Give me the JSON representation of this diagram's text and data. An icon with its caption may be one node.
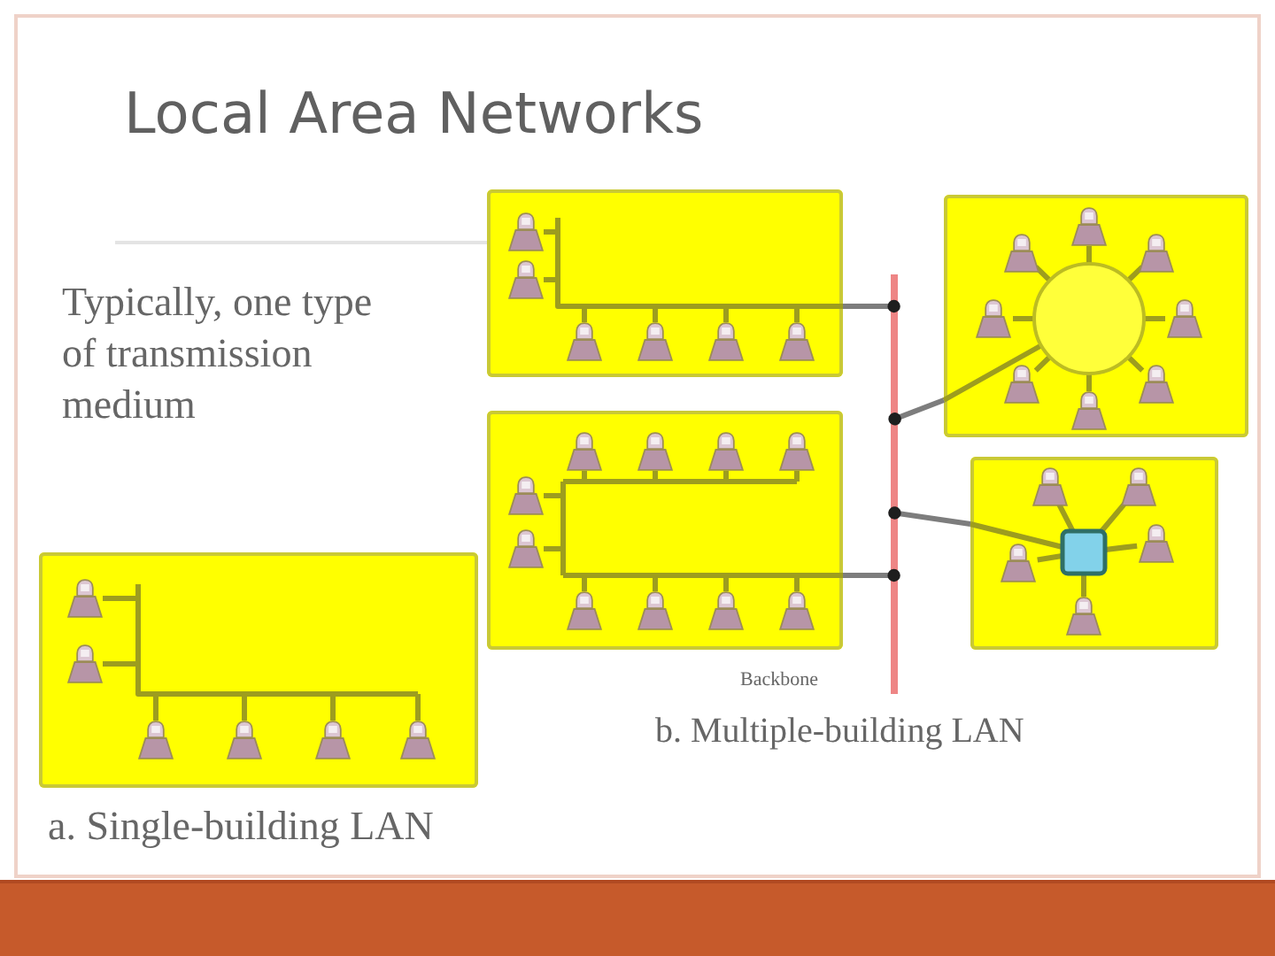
{
  "diagram": {
    "title": "Local Area Networks",
    "nodes": [
      {
        "text": [],
        "shape": "box"
      },
      {
        "text": [],
        "shape": "box"
      },
      {
        "text": [],
        "shape": "box"
      },
      {
        "text": [],
        "shape": "box"
      },
      {
        "text": [],
        "shape": "bar"
      },
      {
        "text": [],
        "shape": "box",
        "beside": [
          "a. Single-building LAN"
        ]
      }
    ],
    "edges": [
      {
        "from": 0,
        "to": 4,
        "arrow": "other"
      },
      {
        "from": 1,
        "to": 4,
        "arrow": "other"
      },
      {
        "from": 2,
        "to": 4,
        "arrow": "other"
      },
      {
        "from": 3,
        "to": 4,
        "arrow": "other"
      }
    ],
    "labels": [
      "Typically, one type of transmission medium",
      "Backbone",
      "b. Multiple-building LAN"
    ]
  }
}
